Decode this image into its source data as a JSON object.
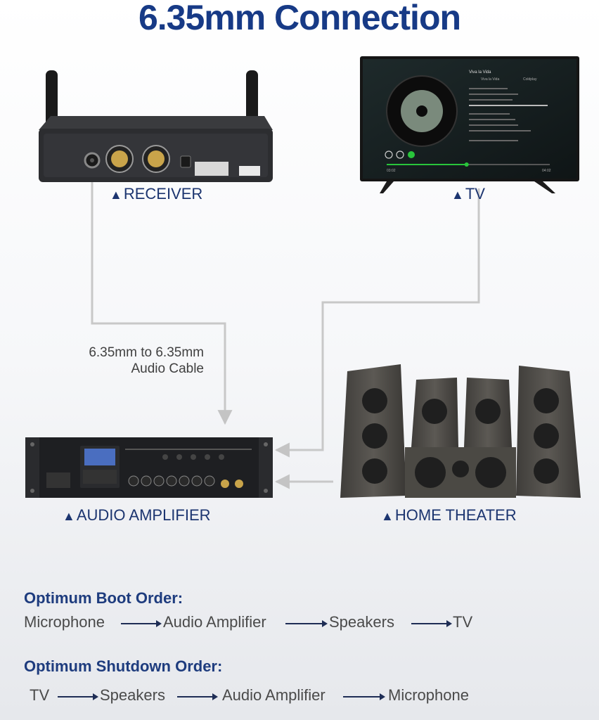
{
  "title": "6.35mm Connection",
  "devices": {
    "receiver": {
      "label": "RECEIVER"
    },
    "tv": {
      "label": "TV",
      "song_title": "Viva la Vida",
      "album": "Viva la Vida",
      "artist": "Coldplay",
      "time_elapsed": "03:02",
      "time_total": "04:02",
      "progress": 0.49
    },
    "amplifier": {
      "label": "AUDIO AMPLIFIER"
    },
    "home_theater": {
      "label": "HOME THEATER"
    }
  },
  "cable": {
    "line1": "6.35mm to 6.35mm",
    "line2": "Audio Cable"
  },
  "boot_order": {
    "title": "Optimum Boot Order:",
    "steps": [
      "Microphone",
      "Audio Amplifier",
      "Speakers",
      "TV"
    ]
  },
  "shutdown_order": {
    "title": "Optimum Shutdown Order:",
    "steps": [
      "TV",
      "Speakers",
      "Audio Amplifier",
      "Microphone"
    ]
  },
  "colors": {
    "title": "#173a86",
    "label": "#1c3570",
    "wire": "#c8c8c8",
    "device_body": "#2a2b2e",
    "wood": "#55524d",
    "screen_progress": "#29c53b"
  }
}
